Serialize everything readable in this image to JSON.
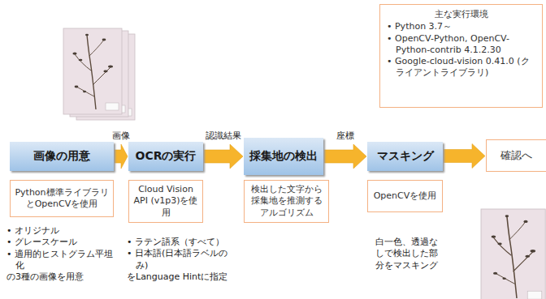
{
  "diagram": {
    "nodes": [
      {
        "text": [
          "主な実行環境",
          "• Python 3.7～",
          "• OpenCV-Python, OpenCV-Python-contrib 4.1.2.30",
          "• Google-cloud-vision 0.41.0 (クライアントライブラリ)"
        ]
      },
      {
        "text": [
          "画像の用意"
        ]
      },
      {
        "text": [
          "Python標準ライブラリとOpenCVを使用"
        ]
      },
      {
        "text": [
          "OCRの実行"
        ]
      },
      {
        "text": [
          "Cloud Vision API (v1p3)を使用"
        ]
      },
      {
        "text": [
          "採集地の検出"
        ]
      },
      {
        "text": [
          "検出した文字から採集地を推測するアルゴリズム"
        ]
      },
      {
        "text": [
          "マスキング"
        ]
      },
      {
        "text": [
          "OpenCVを使用"
        ]
      },
      {
        "text": [
          "確認へ"
        ]
      }
    ],
    "edges": [
      {
        "from": 1,
        "to": 3,
        "label": "画像",
        "arrow": "to"
      },
      {
        "from": 3,
        "to": 5,
        "label": "認識結果",
        "arrow": "to"
      },
      {
        "from": 5,
        "to": 7,
        "label": "座標",
        "arrow": "to"
      },
      {
        "from": 7,
        "to": 9,
        "arrow": "to"
      }
    ],
    "labels": [
      "• オリジナル",
      "• グレースケール",
      "• 適用的ヒストグラム平坦化",
      "の3種の画像を用意",
      "• ラテン語系（すべて）",
      "• 日本語(日本語ラベルのみ)",
      "をLanguage Hintに指定",
      "白一色、透過なしで検出した部分をマスキング"
    ]
  }
}
